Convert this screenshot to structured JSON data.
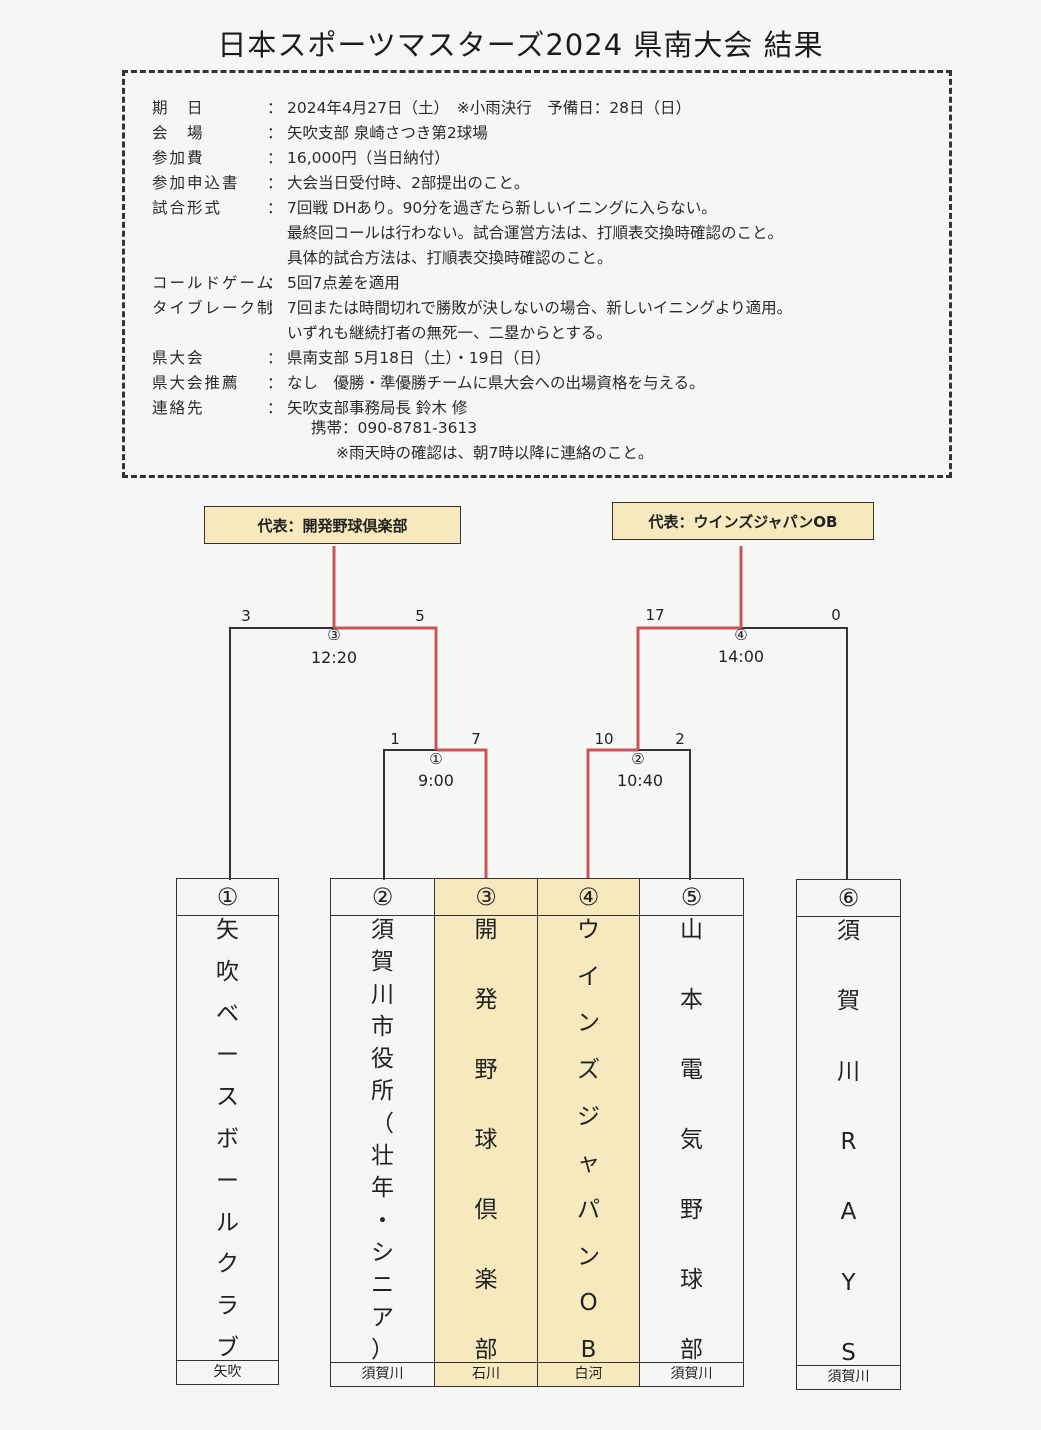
{
  "title": "日本スポーツマスターズ2024 県南大会 結果",
  "info": [
    {
      "key": "期　日",
      "value": "2024年4月27日（土）　※小雨決行　予備日：28日（日）"
    },
    {
      "key": "会　場",
      "value": "矢吹支部 泉崎さつき第2球場"
    },
    {
      "key": "参加費",
      "value": "16,000円（当日納付）"
    },
    {
      "key": "参加申込書",
      "value": "大会当日受付時、2部提出のこと。"
    },
    {
      "key": "試合形式",
      "value": "7回戦 DHあり。90分を過ぎたら新しいイニングに入らない。"
    },
    {
      "key": "",
      "value": "最終回コールは行わない。試合運営方法は、打順表交換時確認のこと。"
    },
    {
      "key": "",
      "value": "具体的試合方法は、打順表交換時確認のこと。"
    },
    {
      "key": "コールドゲーム",
      "value": "5回7点差を適用"
    },
    {
      "key": "タイブレーク制",
      "value": "7回または時間切れで勝敗が決しないの場合、新しいイニングより適用。"
    },
    {
      "key": "",
      "value": "いずれも継続打者の無死一、二塁からとする。"
    },
    {
      "key": "県大会",
      "value": "県南支部 5月18日（土）・19日（日）"
    },
    {
      "key": "県大会推薦",
      "value": "なし　優勝・準優勝チームに県大会への出場資格を与える。"
    },
    {
      "key": "連絡先",
      "value": "矢吹支部事務局長 鈴木 修"
    }
  ],
  "phone": "携帯：090-8781-3613",
  "rain_note": "※雨天時の確認は、朝7時以降に連絡のこと。",
  "representatives": {
    "left": "代表：開発野球倶楽部",
    "right": "代表：ウインズジャパンOB"
  },
  "matches": [
    {
      "no": "①",
      "time": "9:00",
      "score_left": "1",
      "score_right": "7"
    },
    {
      "no": "②",
      "time": "10:40",
      "score_left": "10",
      "score_right": "2"
    },
    {
      "no": "③",
      "time": "12:20",
      "score_left": "3",
      "score_right": "5"
    },
    {
      "no": "④",
      "time": "14:00",
      "score_left": "17",
      "score_right": "0"
    }
  ],
  "teams": [
    {
      "no": "①",
      "name": "矢吹ベースボールクラブ",
      "region": "矢吹",
      "highlight": false
    },
    {
      "no": "②",
      "name": "須賀川市役所（壮年・シニア）",
      "region": "須賀川",
      "highlight": false
    },
    {
      "no": "③",
      "name": "開発野球倶楽部",
      "region": "石川",
      "highlight": true
    },
    {
      "no": "④",
      "name": "ウインズジャパンOB",
      "region": "白河",
      "highlight": true
    },
    {
      "no": "⑤",
      "name": "山本電気野球部",
      "region": "須賀川",
      "highlight": false
    },
    {
      "no": "⑥",
      "name": "須賀川RAYS",
      "region": "須賀川",
      "highlight": false
    }
  ],
  "colors": {
    "winner_line": "#c8545a",
    "highlight": "#f6e9bd",
    "line": "#333333"
  }
}
